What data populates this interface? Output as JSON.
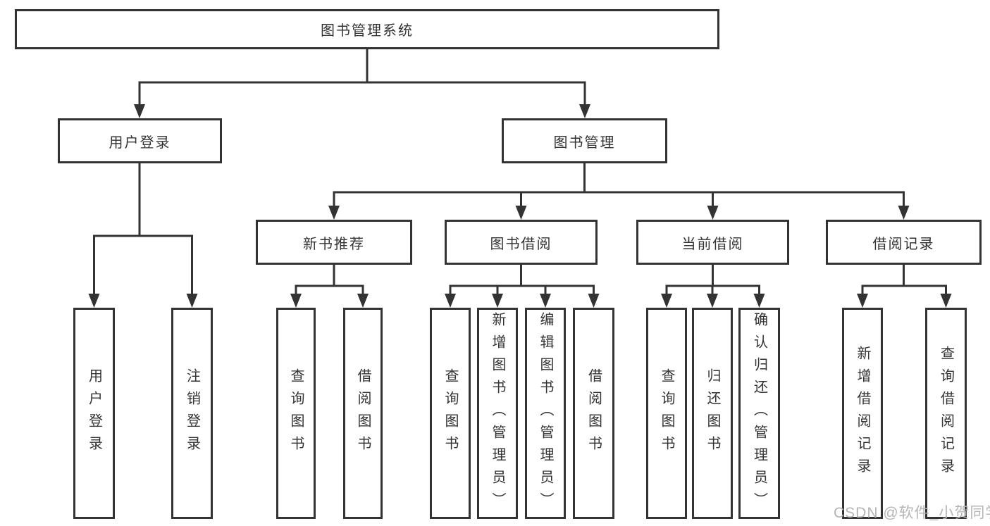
{
  "tree": {
    "label": "图书管理系统",
    "children": [
      {
        "label": "用户登录",
        "children": [
          {
            "label": "用户登录"
          },
          {
            "label": "注销登录"
          }
        ]
      },
      {
        "label": "图书管理",
        "children": [
          {
            "label": "新书推荐",
            "children": [
              {
                "label": "查询图书"
              },
              {
                "label": "借阅图书"
              }
            ]
          },
          {
            "label": "图书借阅",
            "children": [
              {
                "label": "查询图书"
              },
              {
                "label": "新增图书（管理员）"
              },
              {
                "label": "编辑图书（管理员）"
              },
              {
                "label": "借阅图书"
              }
            ]
          },
          {
            "label": "当前借阅",
            "children": [
              {
                "label": "查询图书"
              },
              {
                "label": "归还图书"
              },
              {
                "label": "确认归还（管理员）"
              }
            ]
          },
          {
            "label": "借阅记录",
            "children": [
              {
                "label": "新增借阅记录"
              },
              {
                "label": "查询借阅记录"
              }
            ]
          }
        ]
      }
    ]
  },
  "watermark": {
    "text": "CSDN @软件_小贺同学",
    "color": "#b5b5b5"
  },
  "colors": {
    "line": "#333333",
    "border": "#333333",
    "text": "#333333",
    "background": "#ffffff"
  }
}
